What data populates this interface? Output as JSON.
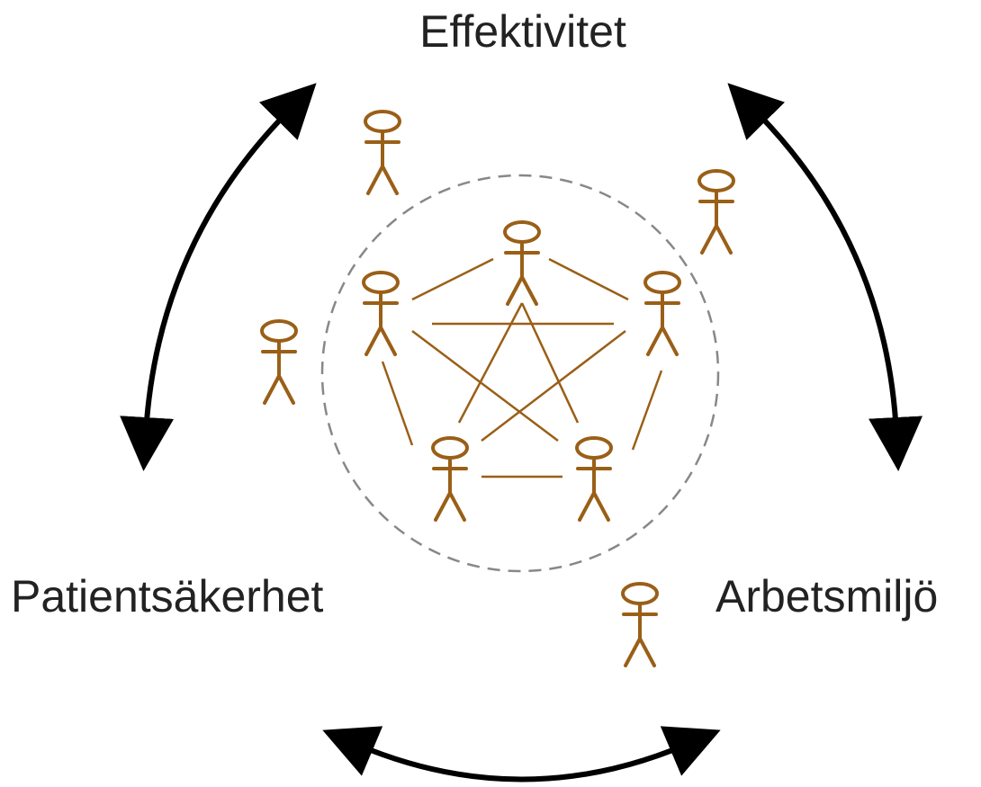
{
  "labels": {
    "top": "Effektivitet",
    "left": "Patientsäkerhet",
    "right": "Arbetsmiljö"
  },
  "colors": {
    "figure": "#9a5f17",
    "arrow": "#000000",
    "dashed_circle": "#888888",
    "text": "#222222"
  },
  "icons": {
    "person": "stick-figure-icon",
    "arrow": "double-headed-curved-arrow"
  },
  "team": {
    "members_in_circle": 5,
    "members_outside": 4
  }
}
